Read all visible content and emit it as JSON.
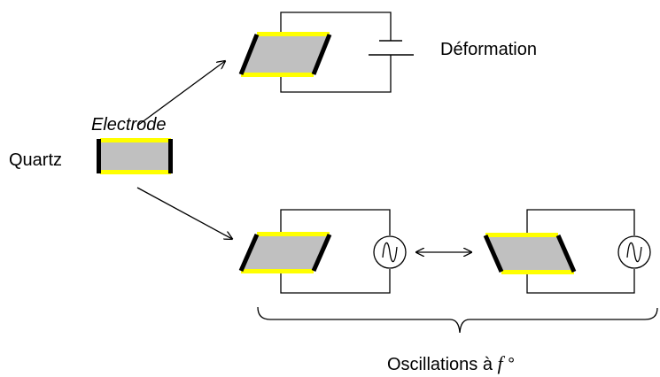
{
  "labels": {
    "quartz": "Quartz",
    "electrode": "Electrode",
    "deformation": "Déformation",
    "oscillations_prefix": "Oscillations à ",
    "oscillations_f": "f",
    "oscillations_suffix": " °"
  },
  "colors": {
    "crystal": "#c0c0c0",
    "electrode": "#ffff00",
    "edge": "#000000",
    "wire": "#000000"
  },
  "icons": {
    "battery": "dc-source-symbol",
    "ac_source": "ac-source-symbol",
    "arrow": "arrow"
  }
}
